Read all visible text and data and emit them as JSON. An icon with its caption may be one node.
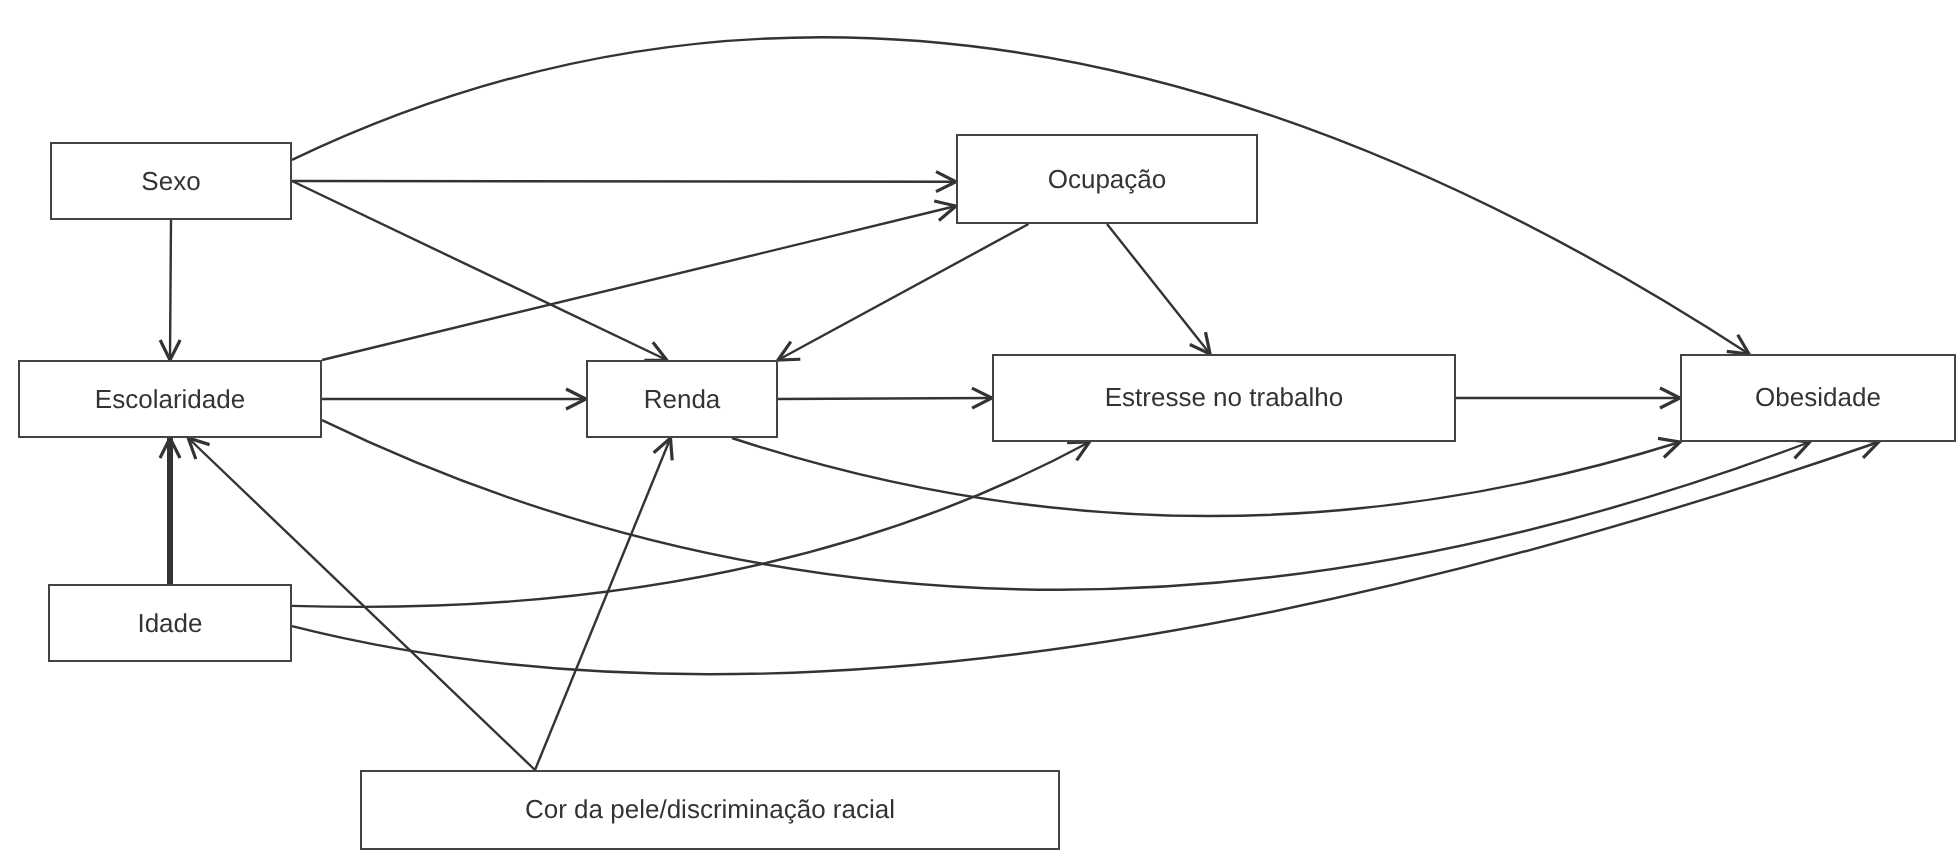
{
  "diagram": {
    "nodes": [
      {
        "text": [
          "Sexo"
        ]
      },
      {
        "text": [
          "Ocupação"
        ]
      },
      {
        "text": [
          "Escolaridade"
        ]
      },
      {
        "text": [
          "Renda"
        ]
      },
      {
        "text": [
          "Estresse no trabalho"
        ]
      },
      {
        "text": [
          "Obesidade"
        ]
      },
      {
        "text": [
          "Idade"
        ]
      },
      {
        "text": [
          "Cor da pele/discriminação racial"
        ]
      }
    ],
    "edges": [
      {
        "from": 0,
        "to": 1,
        "arrow": "to"
      },
      {
        "from": 0,
        "to": 2,
        "arrow": "to"
      },
      {
        "from": 0,
        "to": 3,
        "arrow": "to"
      },
      {
        "from": 0,
        "to": 5,
        "arrow": "to"
      },
      {
        "from": 2,
        "to": 1,
        "arrow": "to"
      },
      {
        "from": 2,
        "to": 3,
        "arrow": "to"
      },
      {
        "from": 2,
        "to": 5,
        "arrow": "to"
      },
      {
        "from": 1,
        "to": 3,
        "arrow": "to"
      },
      {
        "from": 1,
        "to": 4,
        "arrow": "to"
      },
      {
        "from": 3,
        "to": 4,
        "arrow": "to"
      },
      {
        "from": 3,
        "to": 5,
        "arrow": "to"
      },
      {
        "from": 4,
        "to": 5,
        "arrow": "to"
      },
      {
        "from": 6,
        "to": 2,
        "arrow": "to",
        "style": "thick"
      },
      {
        "from": 6,
        "to": 4,
        "arrow": "to"
      },
      {
        "from": 6,
        "to": 5,
        "arrow": "to"
      },
      {
        "from": 7,
        "to": 2,
        "arrow": "to"
      },
      {
        "from": 7,
        "to": 3,
        "arrow": "to"
      }
    ]
  }
}
